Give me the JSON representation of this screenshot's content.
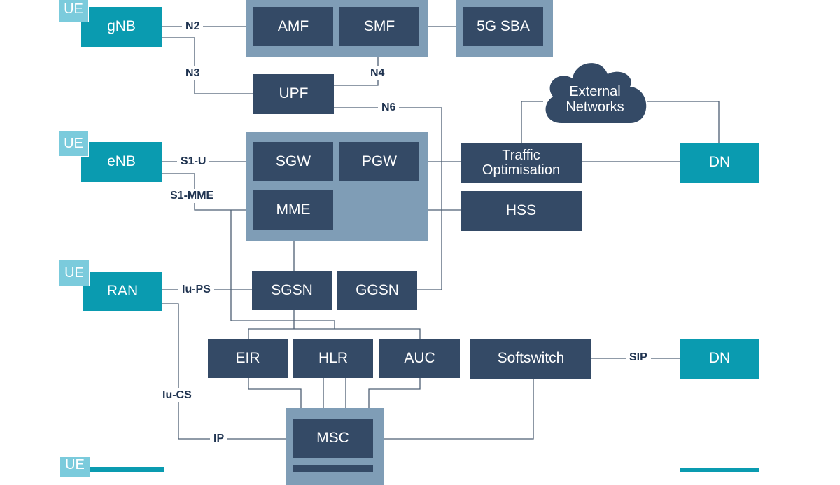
{
  "ue_label": "UE",
  "access": {
    "gnb": "gNB",
    "enb": "eNB",
    "ran": "RAN"
  },
  "core_5g": {
    "amf": "AMF",
    "smf": "SMF",
    "sba": "5G SBA",
    "upf": "UPF"
  },
  "core_4g": {
    "sgw": "SGW",
    "pgw": "PGW",
    "mme": "MME"
  },
  "core_3g": {
    "sgsn": "SGSN",
    "ggsn": "GGSN"
  },
  "services": {
    "traffic_opt": "Traffic Optimisation",
    "hss": "HSS",
    "softswitch": "Softswitch"
  },
  "registers": {
    "eir": "EIR",
    "hlr": "HLR",
    "auc": "AUC"
  },
  "circuit": {
    "msc": "MSC"
  },
  "external_networks": "External Networks",
  "dn_label": "DN",
  "interfaces": {
    "n2": "N2",
    "n3": "N3",
    "n4": "N4",
    "n6": "N6",
    "s1u": "S1-U",
    "s1mme": "S1-MME",
    "iups": "Iu-PS",
    "iucs": "Iu-CS",
    "ip": "IP",
    "sip": "SIP"
  },
  "colors": {
    "navy": "#344a66",
    "teal": "#0a9bb0",
    "group": "#7f9db6",
    "ue": "#7bcbdc",
    "line": "#4d5f74"
  }
}
